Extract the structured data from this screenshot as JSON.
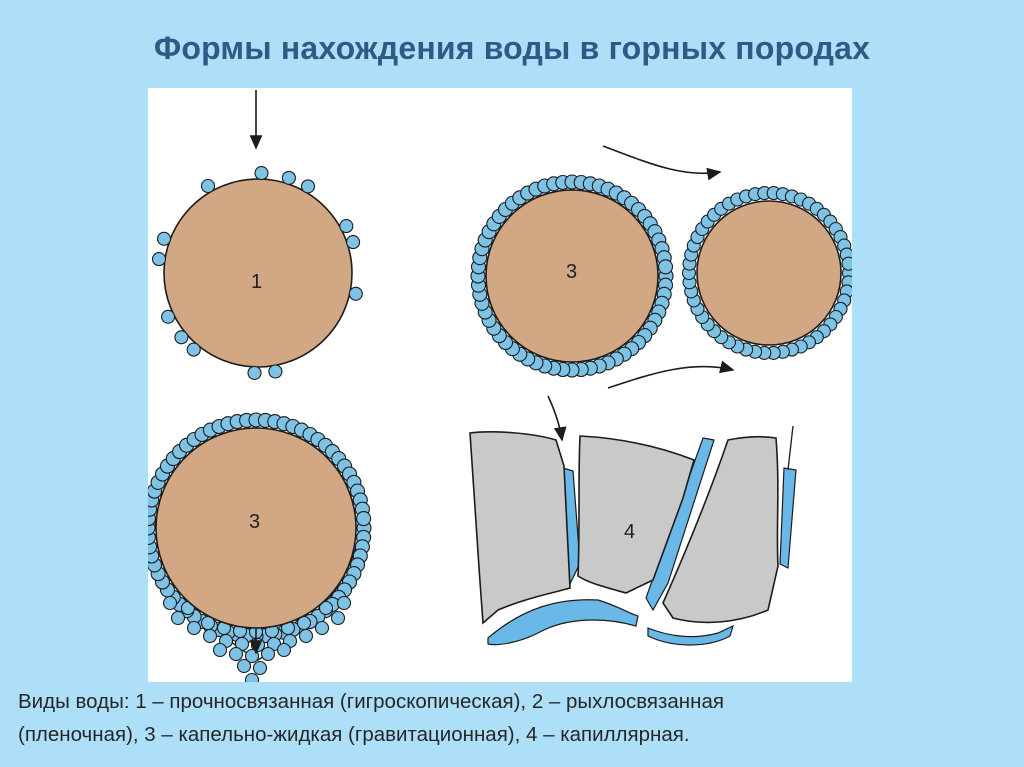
{
  "title": "Формы нахождения воды в горных породах",
  "diagram": {
    "labels": {
      "hygroscopic": "1",
      "film_pair": "3",
      "gravitational": "3",
      "capillary": "4"
    },
    "colors": {
      "background": "#ade0f8",
      "grain": "#d2a783",
      "water_drop": "#7ec3e6",
      "capillary_water": "#6ab8e8",
      "rock_fragment": "#c9c9c9",
      "outline": "#1c1c1c",
      "title": "#2d5a86"
    }
  },
  "caption": {
    "line1": "Виды воды: 1 – прочносвязанная (гигроскопическая), 2 – рыхлосвязанная",
    "line2": "(пленочная), 3 – капельно-жидкая (гравитационная), 4 – капиллярная."
  }
}
